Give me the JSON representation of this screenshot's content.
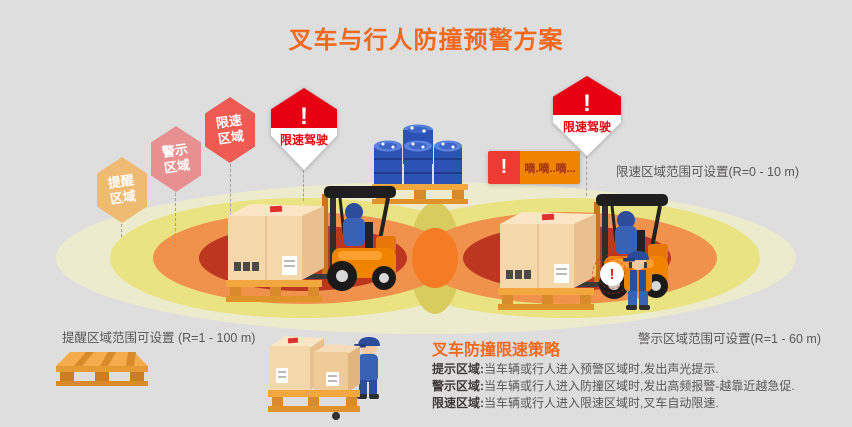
{
  "title": "叉车与行人防撞预警方案",
  "zone_tags": [
    {
      "line1": "提醒",
      "line2": "区域"
    },
    {
      "line1": "警示",
      "line2": "区域"
    },
    {
      "line1": "限速",
      "line2": "区域"
    }
  ],
  "speed_badge": {
    "exclamation": "!",
    "label": "限速驾驶"
  },
  "beep": {
    "exclamation": "!",
    "text": "嘀.嘀..嘀..."
  },
  "alert_marker": {
    "exclamation": "!"
  },
  "range_notes": {
    "speed_zone": "限速区域范围可设置(R=0 - 10 m)",
    "remind_zone": "提醒区域范围可设置 (R=1 - 100 m)",
    "warn_zone": "警示区域范围可设置(R=1 - 60 m)"
  },
  "strategy": {
    "title": "叉车防撞限速策略",
    "items": [
      {
        "label": "提示区域:",
        "text": "当车辆或行人进入预警区域时,发出声光提示."
      },
      {
        "label": "警示区域:",
        "text": "当车辆或行人进入防撞区域时,发出高频报警-越靠近越急促."
      },
      {
        "label": "限速区域:",
        "text": "当车辆或行人进入限速区域时,叉车自动限速."
      }
    ]
  },
  "colors": {
    "accent_orange": "#f2691d",
    "zone_remind": "#eae381",
    "zone_warn": "#f0914c",
    "zone_speed": "#bc3620",
    "tag_remind": "#efba72",
    "tag_warn": "#e89090",
    "tag_speed": "#ef5a52",
    "badge_red": "#e60012",
    "background": "#dedede"
  }
}
